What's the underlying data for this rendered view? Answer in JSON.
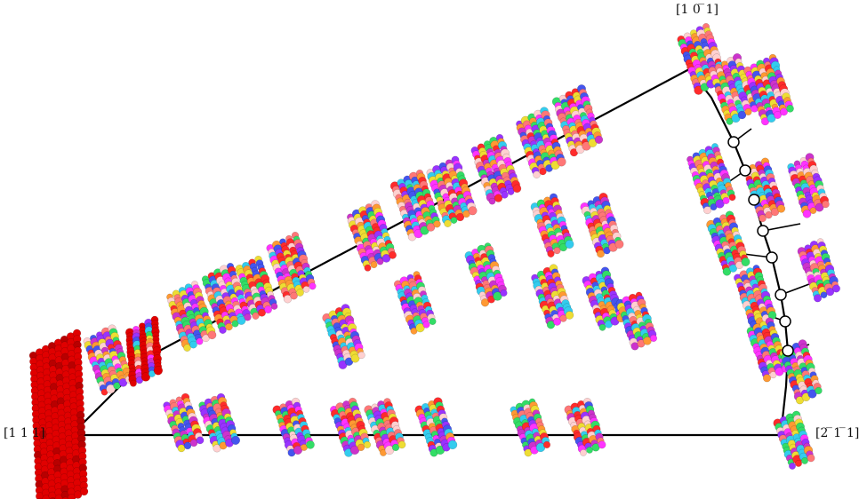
{
  "labels": {
    "corner_111": "[1 1 1]",
    "corner_10m1": "[1 0 ̅ 1]",
    "corner_2m1m1": "[2 ̅ 1 ̅ 1]"
  },
  "colors": {
    "edge": "#000000",
    "node_fill": "#ffffff",
    "red_cluster": "#e00000",
    "palette": [
      "#ff2b2b",
      "#ff33ff",
      "#cc33cc",
      "#9933ff",
      "#4455ee",
      "#33ccee",
      "#33dd66",
      "#eedd33",
      "#ff9933",
      "#ff7777",
      "#ffd0d0"
    ]
  },
  "clusters": [
    {
      "id": "c-red-111",
      "kind": "red"
    },
    {
      "id": "c-row1-1"
    },
    {
      "id": "c-row1-red"
    },
    {
      "id": "c-row1-3"
    },
    {
      "id": "c-row1-4"
    },
    {
      "id": "c-row1-5"
    },
    {
      "id": "c-row1-6"
    },
    {
      "id": "c-row1-7"
    },
    {
      "id": "c-row1-8"
    },
    {
      "id": "c-row1-9"
    },
    {
      "id": "c-row1-10"
    },
    {
      "id": "c-row1-11"
    },
    {
      "id": "c-row1-12"
    },
    {
      "id": "c-mid-1"
    },
    {
      "id": "c-mid-2"
    },
    {
      "id": "c-mid-3"
    },
    {
      "id": "c-mid-4"
    },
    {
      "id": "c-mid-5"
    },
    {
      "id": "c-mid-6"
    },
    {
      "id": "c-mid-7"
    },
    {
      "id": "c-top-1"
    },
    {
      "id": "c-top-2"
    },
    {
      "id": "c-top-3"
    },
    {
      "id": "c-right-1"
    },
    {
      "id": "c-right-2"
    },
    {
      "id": "c-right-3"
    },
    {
      "id": "c-right-4"
    },
    {
      "id": "c-right-5"
    },
    {
      "id": "c-right-6"
    },
    {
      "id": "c-right-7"
    },
    {
      "id": "c-right-8"
    },
    {
      "id": "c-bottom-1"
    },
    {
      "id": "c-bottom-2"
    },
    {
      "id": "c-bottom-3"
    },
    {
      "id": "c-bottom-4"
    },
    {
      "id": "c-bottom-5"
    },
    {
      "id": "c-bottom-6"
    },
    {
      "id": "c-bottom-7"
    },
    {
      "id": "c-bottom-8"
    },
    {
      "id": "c-bottom-9"
    },
    {
      "id": "c-bottom-10"
    }
  ]
}
